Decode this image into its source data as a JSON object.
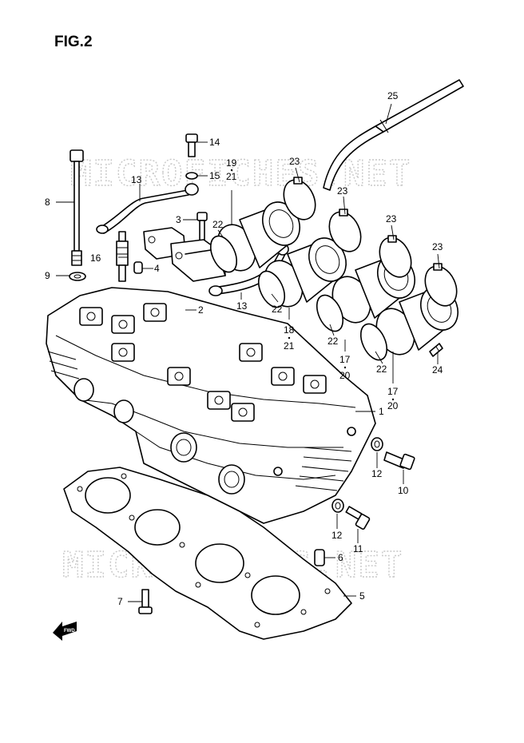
{
  "figure": {
    "title": "FIG.2"
  },
  "watermark": {
    "text": "MICROFICHES.NET"
  },
  "fwd_label": "FWD",
  "callouts": {
    "c1": "1",
    "c2": "2",
    "c3": "3",
    "c4": "4",
    "c5": "5",
    "c6": "6",
    "c7": "7",
    "c8": "8",
    "c9": "9",
    "c10": "10",
    "c11": "11",
    "c12a": "12",
    "c12b": "12",
    "c13a": "13",
    "c13b": "13",
    "c14": "14",
    "c15": "15",
    "c16": "16",
    "c17a": "17",
    "c20a": "20",
    "c17b": "17",
    "c20b": "20",
    "c18": "18",
    "c21a": "21",
    "c19": "19",
    "c21b": "21",
    "c22a": "22",
    "c22b": "22",
    "c22c": "22",
    "c22d": "22",
    "c23a": "23",
    "c23b": "23",
    "c23c": "23",
    "c23d": "23",
    "c24": "24",
    "c25": "25"
  }
}
